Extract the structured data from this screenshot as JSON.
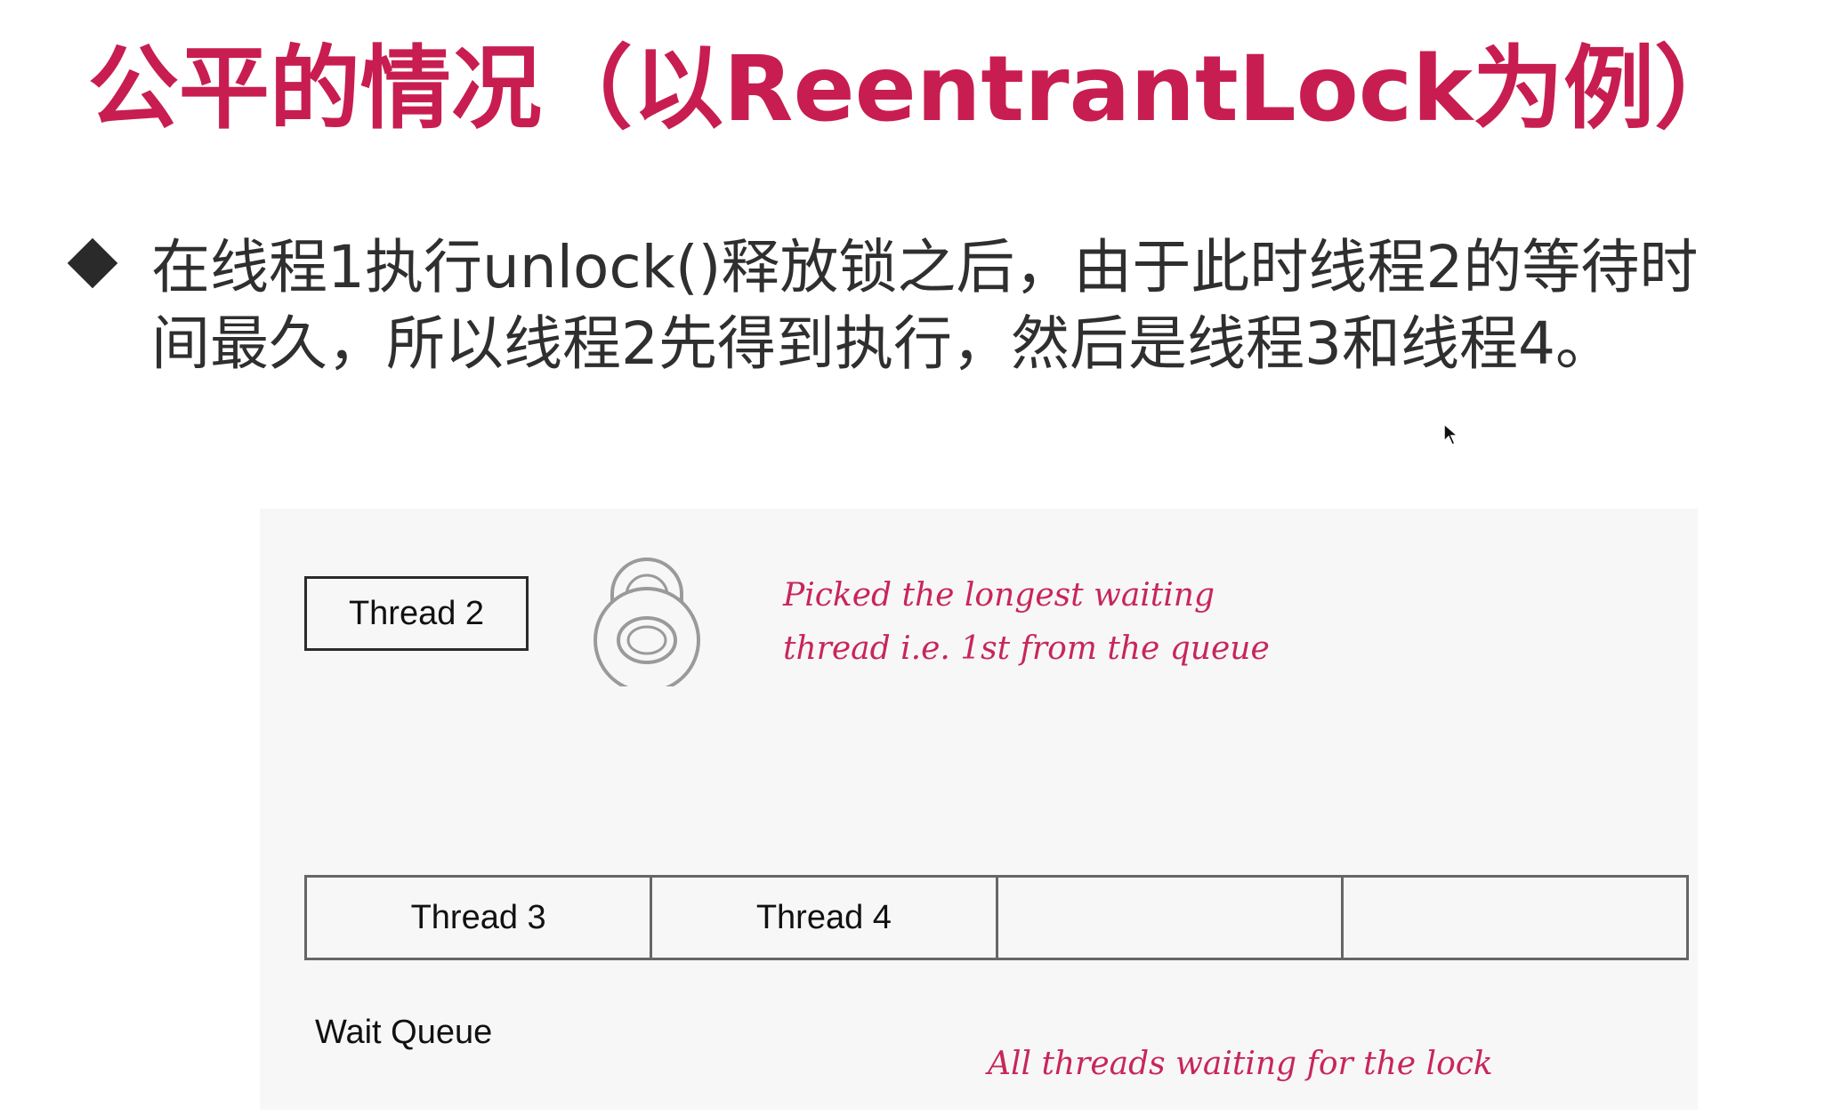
{
  "title": "公平的情况（以ReentrantLock为例）",
  "bullet": {
    "line1": "在线程1执行unlock()释放锁之后，由于此时线程2的等待时",
    "line2": "间最久，所以线程2先得到执行，然后是线程3和线程4。"
  },
  "diagram": {
    "lock_holder": "Thread 2",
    "note_top": {
      "line1": "Picked the longest waiting",
      "line2": "thread i.e. 1st from the queue"
    },
    "queue": [
      "Thread 3",
      "Thread 4",
      "",
      ""
    ],
    "queue_label": "Wait Queue",
    "note_bottom": "All threads waiting for the lock"
  },
  "colors": {
    "title": "#c81d50",
    "annotation": "#c8265a",
    "body_text": "#2f2f2f"
  },
  "icons": {
    "bullet": "diamond-bullet-icon",
    "lock": "padlock-icon",
    "cursor": "mouse-cursor-icon"
  }
}
